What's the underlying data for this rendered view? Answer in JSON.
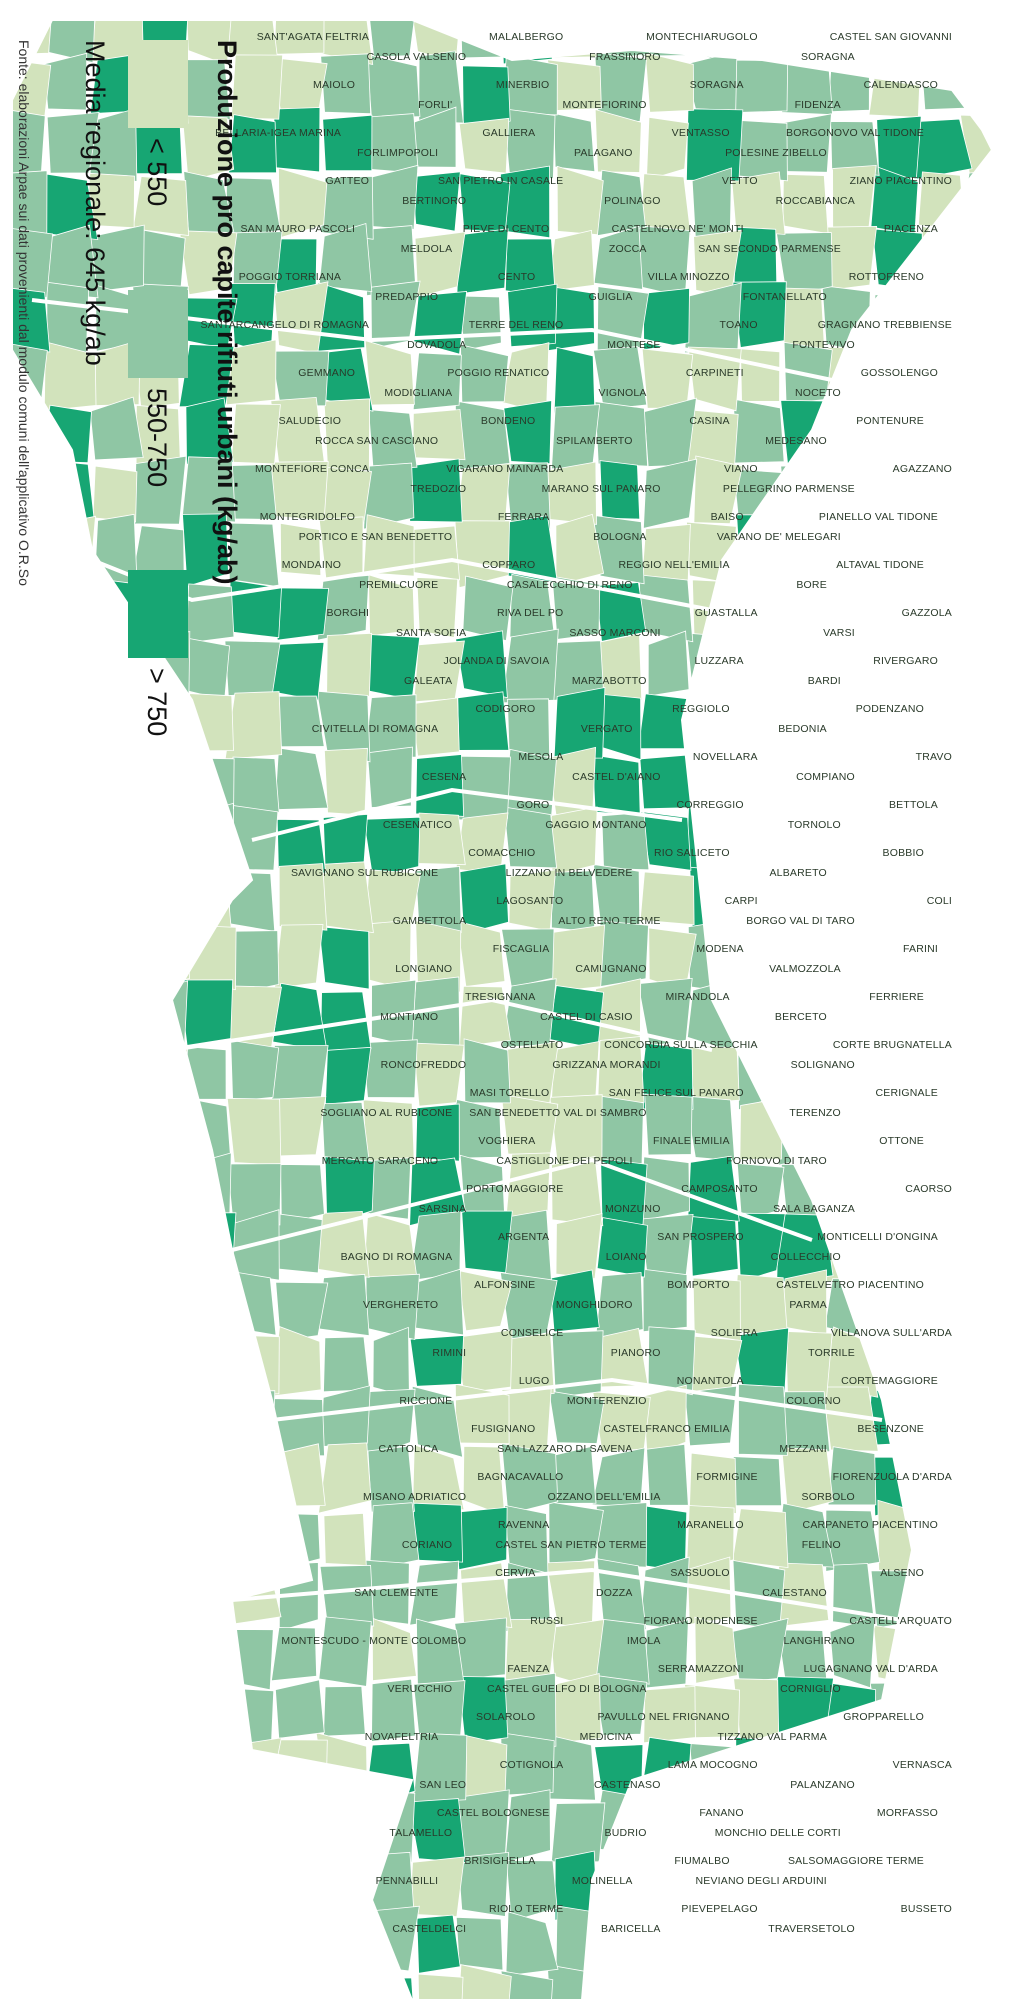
{
  "title": "Produzione pro capite rifiuti urbani (kg/ab)",
  "mean": "Media regionale: 645 kg/ab",
  "source": "Fonte: elaborazioni Arpae sui dati provenienti dal modulo comuni dell'applicativo O.R.So",
  "legend": [
    {
      "label": "< 550",
      "color": "#d2e3bc"
    },
    {
      "label": "550-750",
      "color": "#8fc6a4"
    },
    {
      "label": "> 750",
      "color": "#17a673"
    }
  ],
  "colors": {
    "low": "#d2e3bc",
    "mid": "#8fc6a4",
    "high": "#17a673",
    "border": "#ffffff"
  },
  "municipalities": [
    "CASTEL SAN GIOVANNI",
    "CALENDASCO",
    "BORGONOVO VAL TIDONE",
    "ZIANO PIACENTINO",
    "PIACENZA",
    "ROTTOFRENO",
    "GRAGNANO TREBBIENSE",
    "GOSSOLENGO",
    "PONTENURE",
    "AGAZZANO",
    "PIANELLO VAL TIDONE",
    "ALTAVAL TIDONE",
    "GAZZOLA",
    "RIVERGARO",
    "PODENZANO",
    "TRAVO",
    "BETTOLA",
    "BOBBIO",
    "COLI",
    "FARINI",
    "FERRIERE",
    "CORTE BRUGNATELLA",
    "CERIGNALE",
    "OTTONE",
    "CAORSO",
    "MONTICELLI D'ONGINA",
    "CASTELVETRO PIACENTINO",
    "VILLANOVA SULL'ARDA",
    "CORTEMAGGIORE",
    "BESENZONE",
    "FIORENZUOLA D'ARDA",
    "CARPANETO PIACENTINO",
    "ALSENO",
    "CASTELL'ARQUATO",
    "LUGAGNANO VAL D'ARDA",
    "GROPPARELLO",
    "VERNASCA",
    "MORFASSO",
    "SALSOMAGGIORE TERME",
    "BUSSETO",
    "SORAGNA",
    "FIDENZA",
    "POLESINE ZIBELLO",
    "ROCCABIANCA",
    "SAN SECONDO PARMENSE",
    "FONTANELLATO",
    "FONTEVIVO",
    "NOCETO",
    "MEDESANO",
    "PELLEGRINO PARMENSE",
    "VARANO DE' MELEGARI",
    "BORE",
    "VARSI",
    "BARDI",
    "BEDONIA",
    "COMPIANO",
    "TORNOLO",
    "ALBARETO",
    "BORGO VAL DI TARO",
    "VALMOZZOLA",
    "BERCETO",
    "SOLIGNANO",
    "TERENZO",
    "FORNOVO DI TARO",
    "SALA BAGANZA",
    "COLLECCHIO",
    "PARMA",
    "TORRILE",
    "COLORNO",
    "MEZZANI",
    "SORBOLO",
    "FELINO",
    "CALESTANO",
    "LANGHIRANO",
    "CORNIGLIO",
    "TIZZANO VAL PARMA",
    "PALANZANO",
    "MONCHIO DELLE CORTI",
    "NEVIANO DEGLI ARDUINI",
    "TRAVERSETOLO",
    "MONTECHIARUGOLO",
    "SORAGNA",
    "VENTASSO",
    "VETTO",
    "CASTELNOVO NE' MONTI",
    "VILLA MINOZZO",
    "TOANO",
    "CARPINETI",
    "CASINA",
    "VIANO",
    "BAISO",
    "REGGIO NELL'EMILIA",
    "GUASTALLA",
    "LUZZARA",
    "REGGIOLO",
    "NOVELLARA",
    "CORREGGIO",
    "RIO SALICETO",
    "CARPI",
    "MODENA",
    "MIRANDOLA",
    "CONCORDIA SULLA SECCHIA",
    "SAN FELICE SUL PANARO",
    "FINALE EMILIA",
    "CAMPOSANTO",
    "SAN PROSPERO",
    "BOMPORTO",
    "SOLIERA",
    "NONANTOLA",
    "CASTELFRANCO EMILIA",
    "FORMIGINE",
    "MARANELLO",
    "SASSUOLO",
    "FIORANO MODENESE",
    "SERRAMAZZONI",
    "PAVULLO NEL FRIGNANO",
    "LAMA MOCOGNO",
    "FANANO",
    "FIUMALBO",
    "PIEVEPELAGO",
    "FRASSINORO",
    "MONTEFIORINO",
    "PALAGANO",
    "POLINAGO",
    "ZOCCA",
    "GUIGLIA",
    "MONTESE",
    "VIGNOLA",
    "SPILAMBERTO",
    "MARANO SUL PANARO",
    "BOLOGNA",
    "CASALECCHIO DI RENO",
    "SASSO MARCONI",
    "MARZABOTTO",
    "VERGATO",
    "CASTEL D'AIANO",
    "GAGGIO MONTANO",
    "LIZZANO IN BELVEDERE",
    "ALTO RENO TERME",
    "CAMUGNANO",
    "CASTEL DI CASIO",
    "GRIZZANA MORANDI",
    "SAN BENEDETTO VAL DI SAMBRO",
    "CASTIGLIONE DEI PEPOLI",
    "MONZUNO",
    "LOIANO",
    "MONGHIDORO",
    "PIANORO",
    "MONTERENZIO",
    "SAN LAZZARO DI SAVENA",
    "OZZANO DELL'EMILIA",
    "CASTEL SAN PIETRO TERME",
    "DOZZA",
    "IMOLA",
    "CASTEL GUELFO DI BOLOGNA",
    "MEDICINA",
    "CASTENASO",
    "BUDRIO",
    "MOLINELLA",
    "BARICELLA",
    "MALALBERGO",
    "MINERBIO",
    "GALLIERA",
    "SAN PIETRO IN CASALE",
    "PIEVE DI CENTO",
    "CENTO",
    "TERRE DEL RENO",
    "POGGIO RENATICO",
    "BONDENO",
    "VIGARANO MAINARDA",
    "FERRARA",
    "COPPARO",
    "RIVA DEL PO",
    "JOLANDA DI SAVOIA",
    "CODIGORO",
    "MESOLA",
    "GORO",
    "COMACCHIO",
    "LAGOSANTO",
    "FISCAGLIA",
    "TRESIGNANA",
    "OSTELLATO",
    "MASI TORELLO",
    "VOGHIERA",
    "PORTOMAGGIORE",
    "ARGENTA",
    "ALFONSINE",
    "CONSELICE",
    "LUGO",
    "FUSIGNANO",
    "BAGNACAVALLO",
    "RAVENNA",
    "CERVIA",
    "RUSSI",
    "FAENZA",
    "SOLAROLO",
    "COTIGNOLA",
    "CASTEL BOLOGNESE",
    "BRISIGHELLA",
    "RIOLO TERME",
    "CASOLA VALSENIO",
    "FORLI'",
    "FORLIMPOPOLI",
    "BERTINORO",
    "MELDOLA",
    "PREDAPPIO",
    "DOVADOLA",
    "MODIGLIANA",
    "ROCCA SAN CASCIANO",
    "TREDOZIO",
    "PORTICO E SAN BENEDETTO",
    "PREMILCUORE",
    "SANTA SOFIA",
    "GALEATA",
    "CIVITELLA DI ROMAGNA",
    "CESENA",
    "CESENATICO",
    "SAVIGNANO SUL RUBICONE",
    "GAMBETTOLA",
    "LONGIANO",
    "MONTIANO",
    "RONCOFREDDO",
    "SOGLIANO AL RUBICONE",
    "MERCATO SARACENO",
    "SARSINA",
    "BAGNO DI ROMAGNA",
    "VERGHERETO",
    "RIMINI",
    "RICCIONE",
    "CATTOLICA",
    "MISANO ADRIATICO",
    "CORIANO",
    "SAN CLEMENTE",
    "MONTESCUDO - MONTE COLOMBO",
    "VERUCCHIO",
    "NOVAFELTRIA",
    "SAN LEO",
    "TALAMELLO",
    "PENNABILLI",
    "CASTELDELCI",
    "SANT'AGATA FELTRIA",
    "MAIOLO",
    "BELLARIA-IGEA MARINA",
    "GATTEO",
    "SAN MAURO PASCOLI",
    "POGGIO TORRIANA",
    "SANTARCANGELO DI ROMAGNA",
    "GEMMANO",
    "SALUDECIO",
    "MONTEFIORE CONCA",
    "MONTEGRIDOLFO",
    "MONDAINO",
    "BORGHI"
  ]
}
